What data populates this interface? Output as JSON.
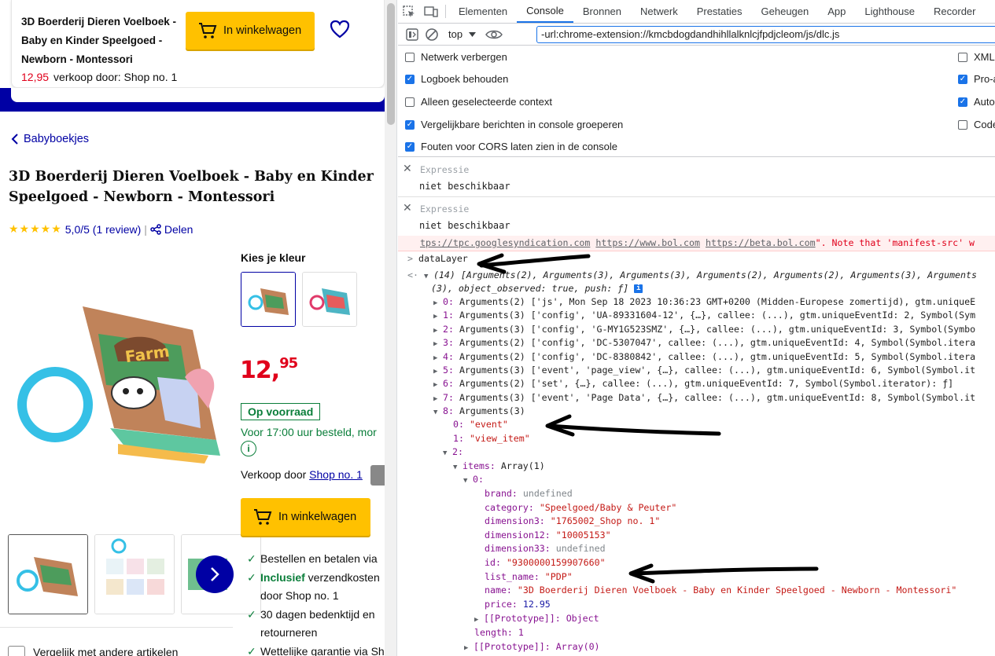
{
  "sticky": {
    "title": "3D Boerderij Dieren Voelboek - Baby en Kinder Speelgoed - Newborn - Montessori",
    "price": "12,95",
    "seller_text": "verkoop door: Shop no. 1",
    "cart_label": "In winkelwagen"
  },
  "product": {
    "breadcrumb": "Babyboekjes",
    "title": "3D Boerderij Dieren Voelboek - Baby en Kinder Speelgoed - Newborn - Montessori",
    "stars": "★★★★★",
    "rating_text": "5,0/5 (1 review)",
    "share": "Delen",
    "color_label": "Kies je kleur",
    "price_int": "12,",
    "price_dec": "95",
    "stock": "Op voorraad",
    "delivery": "Voor 17:00 uur besteld, mor",
    "info_icon": "i",
    "seller_prefix": "Verkoop door ",
    "seller_name": "Shop no. 1",
    "cart_label": "In winkelwagen",
    "usps": [
      {
        "pre": "",
        "bold": "",
        "text": "Bestellen en betalen via"
      },
      {
        "pre": "",
        "bold": "Inclusief",
        "text": " verzendkosten"
      },
      {
        "pre": "",
        "bold": "",
        "text": "door Shop no. 1",
        "indent": true
      },
      {
        "pre": "",
        "bold": "",
        "text": "30 dagen bedenktijd en"
      },
      {
        "pre": "",
        "bold": "",
        "text": "retourneren",
        "indent": true
      },
      {
        "pre": "",
        "bold": "",
        "text": "Wettelijke garantie via Sh"
      }
    ],
    "compare": "Vergelijk met andere artikelen"
  },
  "devtools": {
    "tabs": [
      "Elementen",
      "Console",
      "Bronnen",
      "Netwerk",
      "Prestaties",
      "Geheugen",
      "App",
      "Lighthouse",
      "Recorder"
    ],
    "active_tab": "Console",
    "context": "top",
    "filter_value": "-url:chrome-extension://kmcbdogdandhihllalknlcjfpdjcleom/js/dlc.js",
    "settings_left": [
      {
        "label": "Netwerk verbergen",
        "checked": false
      },
      {
        "label": "Logboek behouden",
        "checked": true
      },
      {
        "label": "Alleen geselecteerde context",
        "checked": false
      },
      {
        "label": "Vergelijkbare berichten in console groeperen",
        "checked": true
      },
      {
        "label": "Fouten voor CORS laten zien in de console",
        "checked": true
      }
    ],
    "settings_right": [
      {
        "label": "XML",
        "checked": false
      },
      {
        "label": "Pro-a",
        "checked": true
      },
      {
        "label": "Auto",
        "checked": true
      },
      {
        "label": "Code",
        "checked": false
      }
    ],
    "expressions": [
      {
        "label": "Expressie",
        "value": "niet beschikbaar"
      },
      {
        "label": "Expressie",
        "value": "niet beschikbaar"
      }
    ],
    "error_line": {
      "a": "tps://tpc.googlesyndication.com",
      "b": "https://www.bol.com",
      "c": "https://beta.bol.com",
      "d": "\". Note that 'manifest-src' w"
    },
    "input": "dataLayer",
    "result_head": "(14) [Arguments(2), Arguments(3), Arguments(3), Arguments(2), Arguments(2), Arguments(3), Arguments",
    "result_head2": "(3), object_observed: true, push: ƒ]",
    "entries": [
      {
        "idx": "0:",
        "type": "Arguments(2)",
        "rest": " ['js', Mon Sep 18 2023 10:36:23 GMT+0200 (Midden-Europese zomertijd), gtm.uniqueE"
      },
      {
        "idx": "1:",
        "type": "Arguments(3)",
        "rest": " ['config', 'UA-89331604-12', {…}, callee: (...), gtm.uniqueEventId: 2, Symbol(Sym"
      },
      {
        "idx": "2:",
        "type": "Arguments(3)",
        "rest": " ['config', 'G-MY1G523SMZ', {…}, callee: (...), gtm.uniqueEventId: 3, Symbol(Symbo"
      },
      {
        "idx": "3:",
        "type": "Arguments(2)",
        "rest": " ['config', 'DC-5307047', callee: (...), gtm.uniqueEventId: 4, Symbol(Symbol.itera"
      },
      {
        "idx": "4:",
        "type": "Arguments(2)",
        "rest": " ['config', 'DC-8380842', callee: (...), gtm.uniqueEventId: 5, Symbol(Symbol.itera"
      },
      {
        "idx": "5:",
        "type": "Arguments(3)",
        "rest": " ['event', 'page_view', {…}, callee: (...), gtm.uniqueEventId: 6, Symbol(Symbol.it"
      },
      {
        "idx": "6:",
        "type": "Arguments(2)",
        "rest": " ['set', {…}, callee: (...), gtm.uniqueEventId: 7, Symbol(Symbol.iterator): ƒ]"
      },
      {
        "idx": "7:",
        "type": "Arguments(3)",
        "rest": " ['event', 'Page Data', {…}, callee: (...), gtm.uniqueEventId: 8, Symbol(Symbol.it"
      }
    ],
    "expanded": {
      "idx": "8:",
      "type": "Arguments(3)",
      "v0": "\"event\"",
      "v1": "\"view_item\"",
      "items_label": "items:",
      "items_type": "Array(1)",
      "fields": [
        {
          "k": "brand:",
          "v": "undefined",
          "kind": "gray"
        },
        {
          "k": "category:",
          "v": "\"Speelgoed/Baby & Peuter\"",
          "kind": "str"
        },
        {
          "k": "dimension3:",
          "v": "\"1765002_Shop no. 1\"",
          "kind": "str"
        },
        {
          "k": "dimension12:",
          "v": "\"10005153\"",
          "kind": "str"
        },
        {
          "k": "dimension33:",
          "v": "undefined",
          "kind": "gray"
        },
        {
          "k": "id:",
          "v": "\"9300000159907660\"",
          "kind": "str"
        },
        {
          "k": "list_name:",
          "v": "\"PDP\"",
          "kind": "str"
        },
        {
          "k": "name:",
          "v": "\"3D Boerderij Dieren Voelboek - Baby en Kinder Speelgoed - Newborn - Montessori\"",
          "kind": "str"
        },
        {
          "k": "price:",
          "v": "12.95",
          "kind": "num"
        }
      ],
      "proto_obj": "[[Prototype]]: Object",
      "length": "length: 1",
      "proto_arr": "[[Prototype]]: Array(0)"
    }
  },
  "colors": {
    "brand_blue": "#0000a4",
    "cart_yellow": "#ffc100",
    "price_red": "#e0001b",
    "stock_green": "#0a7e3a"
  }
}
